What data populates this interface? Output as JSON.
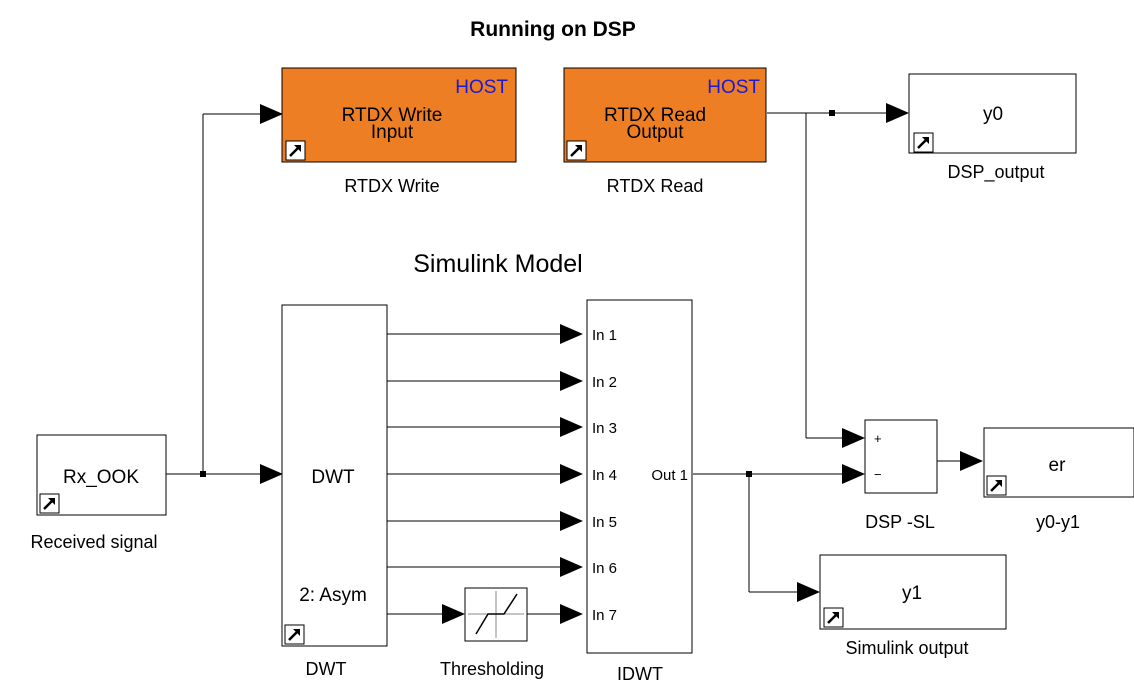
{
  "colors": {
    "host_block_fill": "#ee7e24",
    "host_text": "#1a1ad6"
  },
  "titles": {
    "dsp": "Running on DSP",
    "simulink": "Simulink Model"
  },
  "blocks": {
    "rtdx_write": {
      "badge": "HOST",
      "line1": "RTDX Write",
      "line2": "Input",
      "caption": "RTDX Write"
    },
    "rtdx_read": {
      "badge": "HOST",
      "line1": "RTDX Read",
      "line2": "Output",
      "caption": "RTDX Read"
    },
    "y0": {
      "text": "y0",
      "caption": "DSP_output"
    },
    "rx": {
      "text": "Rx_OOK",
      "caption": "Received signal"
    },
    "dwt": {
      "text": "DWT",
      "mode": "2: Asym",
      "caption": "DWT"
    },
    "threshold": {
      "caption": "Thresholding"
    },
    "idwt": {
      "ports": [
        "In 1",
        "In 2",
        "In 3",
        "In 4",
        "In 5",
        "In 6",
        "In 7"
      ],
      "out": "Out 1",
      "caption": "IDWT"
    },
    "sum": {
      "plus": "+",
      "minus": "−",
      "caption": "DSP -SL"
    },
    "er": {
      "text": "er",
      "caption": "y0-y1"
    },
    "y1": {
      "text": "y1",
      "caption": "Simulink output"
    }
  },
  "icons": {
    "shortcut": "link-arrow-icon"
  }
}
